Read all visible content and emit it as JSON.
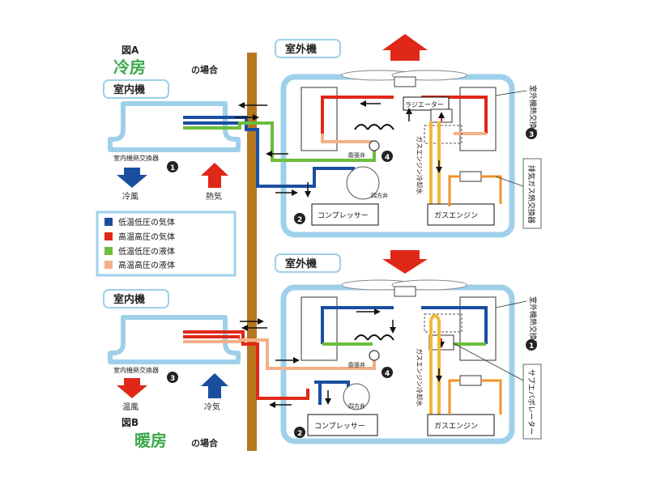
{
  "figA": {
    "label": "図A",
    "mode_title": "冷房",
    "mode_suffix": "の場合",
    "indoor_unit": "室内機",
    "outdoor_unit": "室外機",
    "indoor_hx": "室内機熱交換器",
    "indoor_hx_num": "1",
    "cold_air": "冷風",
    "hot_air": "熱気",
    "outdoor_hx_label": "室外機熱交換器",
    "outdoor_hx_num": "3",
    "exhaust_hx_label": "排気ガス熱交換器",
    "radiator": "ラジエーター",
    "coolant": "ガスエンジン冷却水",
    "expansion_valve": "膨張弁",
    "expansion_valve_num": "4",
    "four_way_valve": "四方弁",
    "compressor": "コンプレッサー",
    "compressor_num": "2",
    "gas_engine": "ガスエンジン"
  },
  "figB": {
    "label": "図B",
    "mode_title": "暖房",
    "mode_suffix": "の場合",
    "indoor_unit": "室内機",
    "outdoor_unit": "室外機",
    "indoor_hx": "室内機熱交換器",
    "indoor_hx_num": "3",
    "warm_air": "温風",
    "cold_air": "冷気",
    "outdoor_hx_label": "室外機熱交換器",
    "outdoor_hx_num": "1",
    "sub_evaporator": "サブエバポレーター",
    "coolant": "ガスエンジン冷却水",
    "expansion_valve": "膨張弁",
    "expansion_valve_num": "4",
    "four_way_valve": "四方弁",
    "compressor": "コンプレッサー",
    "compressor_num": "2",
    "gas_engine": "ガスエンジン"
  },
  "legend": [
    {
      "label": "低温低圧の気体",
      "color": "#1a4fa0"
    },
    {
      "label": "高温高圧の気体",
      "color": "#e02818"
    },
    {
      "label": "低温低圧の液体",
      "color": "#6cbd3c"
    },
    {
      "label": "高温高圧の液体",
      "color": "#f3b088"
    }
  ],
  "colors": {
    "frame": "#9fd0ea",
    "wall": "#b7771f",
    "coolant": "#f2b733",
    "orange": "#f0922a"
  }
}
